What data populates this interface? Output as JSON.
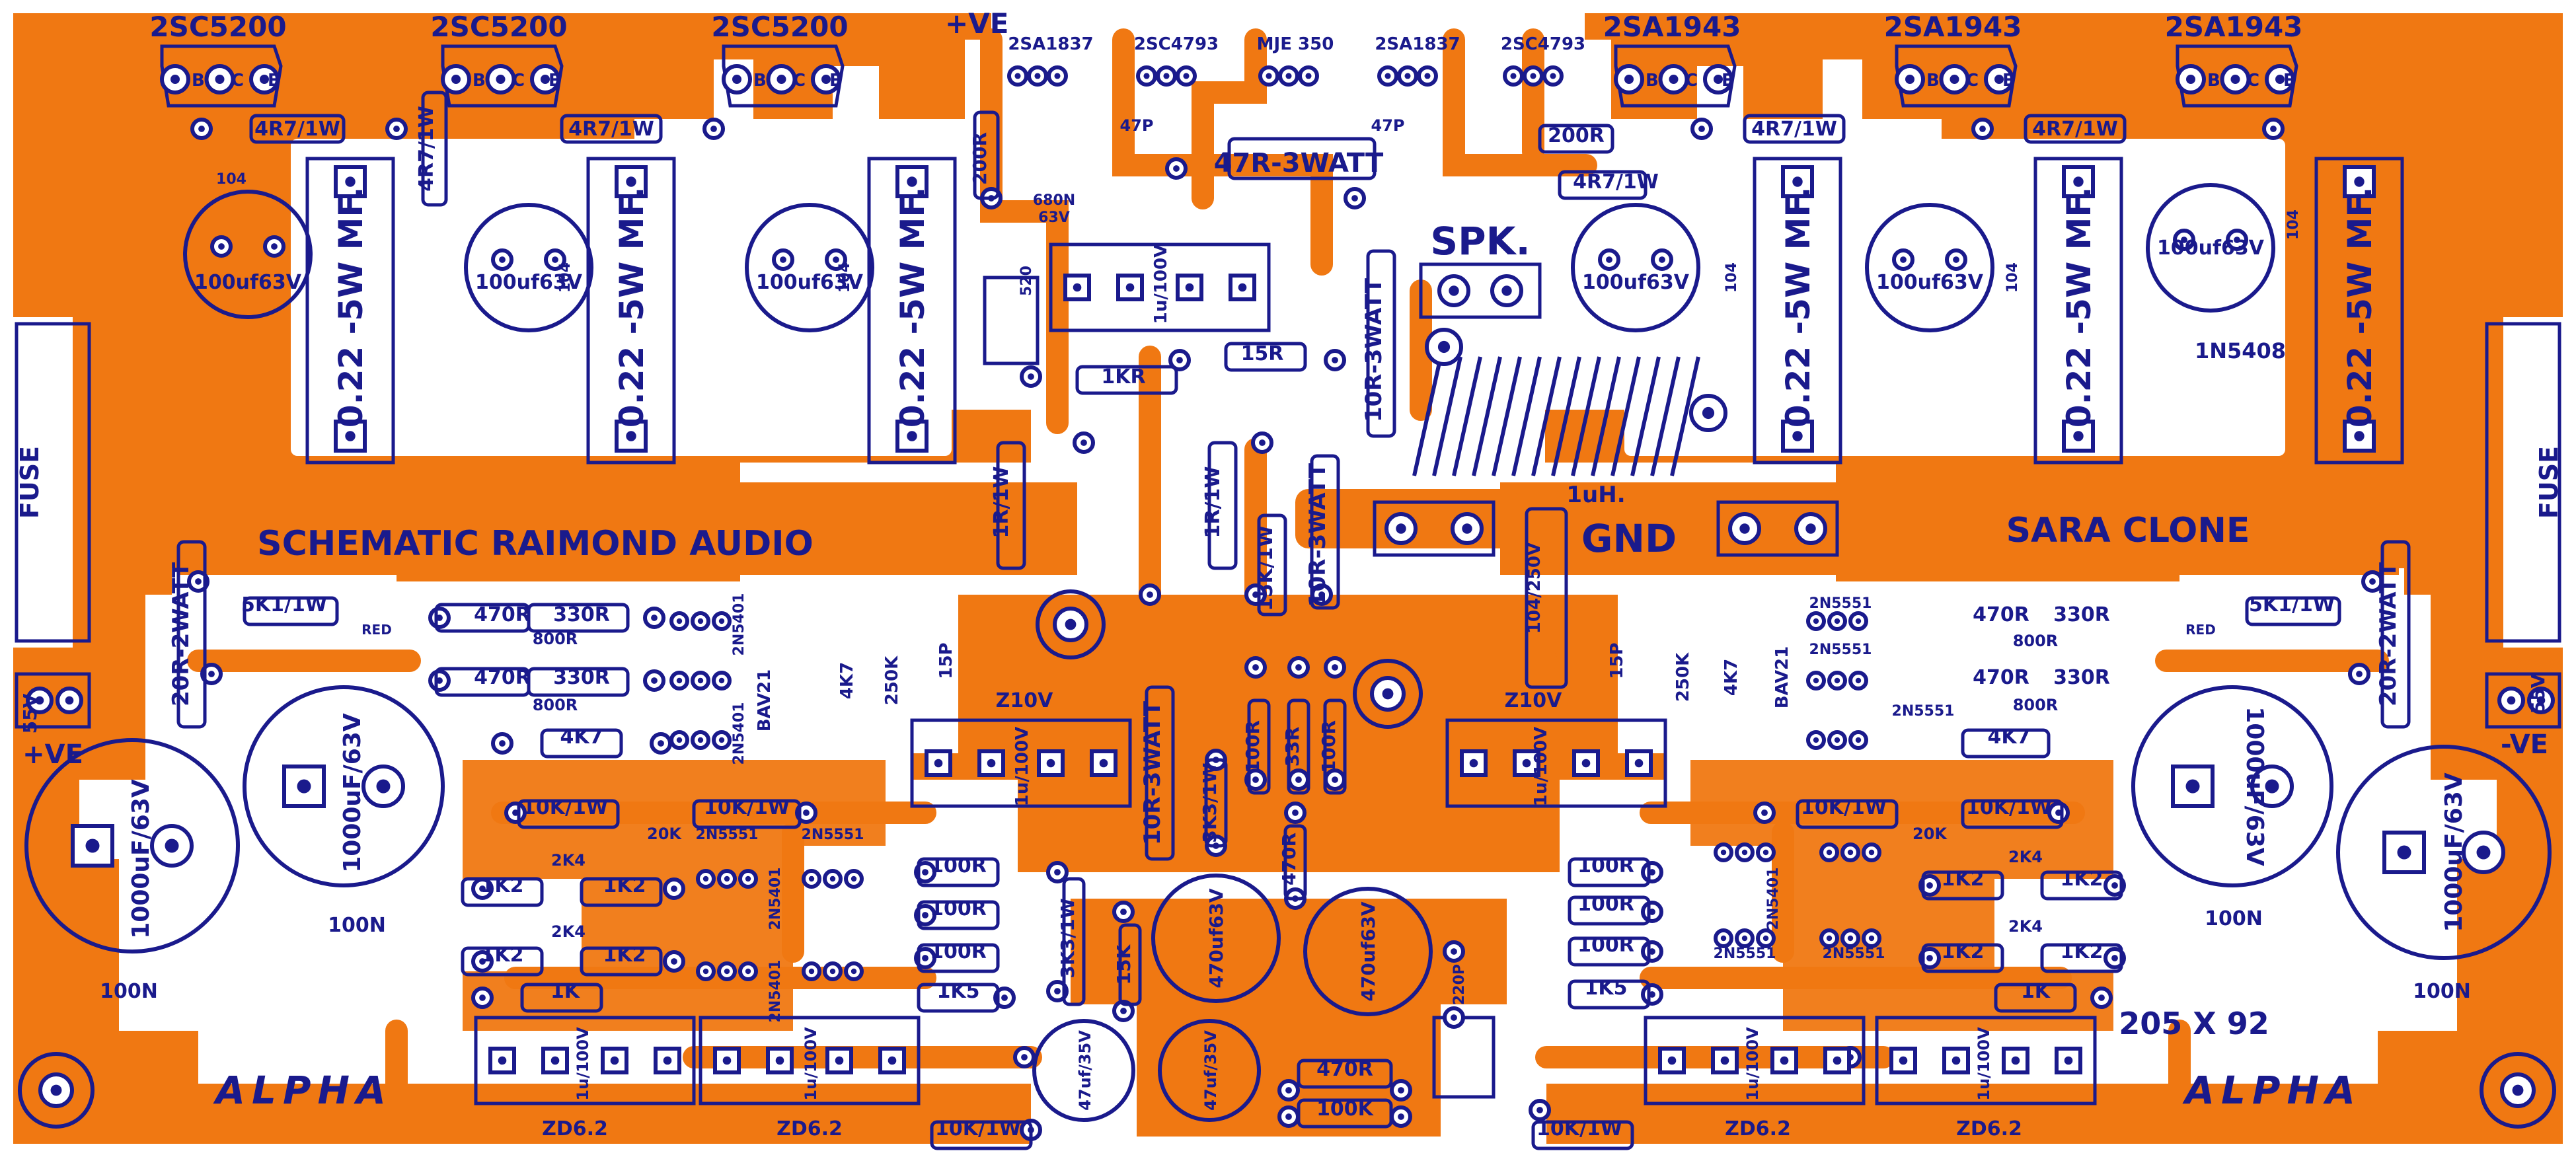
{
  "colors": {
    "copper": "#f07812",
    "silk": "#1a1a8c",
    "board": "#ffffff"
  },
  "top_left_transistors": [
    "2SC5200",
    "2SC5200",
    "2SC5200"
  ],
  "top_right_transistors": [
    "2SA1943",
    "2SA1943",
    "2SA1943"
  ],
  "driver_transistors": [
    "2SA1837",
    "2SC4793",
    "MJE 350",
    "2SA1837",
    "2SC4793"
  ],
  "supply_positive": "+VE",
  "pins": {
    "b": "B",
    "c": "C",
    "e": "E"
  },
  "emitter_resistor": "4R7/1W",
  "cap_104": "104",
  "cap_100uf": "100uf63V",
  "power_resistor": "0.22 -5W MF.",
  "speaker": "SPK.",
  "gnd": "GND",
  "inductor": "1uH.",
  "titles": {
    "left": "SCHEMATIC RAIMOND AUDIO",
    "right": "SARA CLONE",
    "size": "205 X 92"
  },
  "fuse": "FUSE",
  "diode": "1N5408",
  "supply": {
    "left_label": "+VE",
    "left_voltage": "55V",
    "right_label": "-VE",
    "right_voltage": "55V"
  },
  "logo": "ALPHA",
  "center_parts": {
    "r200": "200R",
    "cap47p": "47P",
    "r47_3w": "47R-3WATT",
    "c680n": "680N",
    "c680n_v": "63V",
    "pot": "520",
    "c1u": "1u/100V",
    "r1k": "1KR",
    "r15": "15R",
    "r10_3w": "10R-3WATT",
    "r1_1w": "1R/1W",
    "r15k_1w": "15K/1W",
    "c104_250": "104/250V",
    "r100": "100R",
    "r33": "33R",
    "r3k3": "3K3/1W",
    "r470": "470R",
    "c470u": "470uf63V",
    "c47u": "47uf/35V",
    "r100k": "100K",
    "c220p": "220P",
    "r15k": "15K"
  },
  "input_parts": {
    "r470": "470R",
    "r330": "330R",
    "r800": "800R",
    "r5k1": "5K1/1W",
    "r20_2w": "20R-2WATT",
    "led": "RED",
    "r4k7": "4K7",
    "r10k1w": "10K/1W",
    "r20k": "20K",
    "r2k4": "2K4",
    "r1k2": "1K2",
    "r1k": "1K",
    "r1k5": "1K5",
    "r100": "100R",
    "t5401": "2N5401",
    "t5551": "2N5551",
    "bav21": "BAV21",
    "r4k7b": "4K7",
    "r250k": "250K",
    "c15p": "15P",
    "z10v": "Z10V",
    "zd": "ZD6.2",
    "c1000": "1000uF/63V",
    "c100n": "100N",
    "c1u": "1u/100V"
  }
}
